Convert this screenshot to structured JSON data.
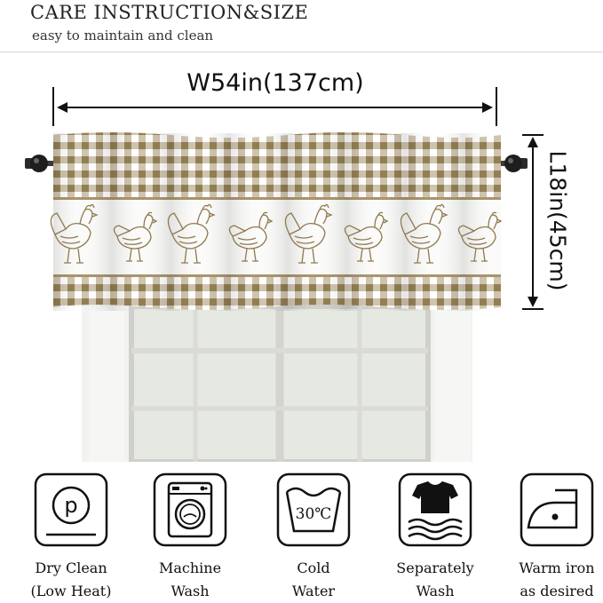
{
  "header": {
    "title": "CARE INSTRUCTION&SIZE",
    "subtitle": "easy to maintain and clean"
  },
  "dimensions": {
    "width_label": "W54in(137cm)",
    "length_label": "L18in(45cm)"
  },
  "product": {
    "pattern": "buffalo-check-rooster",
    "check_color": "#a8946a",
    "check_dark": "#8f7a50",
    "sketch_color": "#8f7a50"
  },
  "care": [
    {
      "icon": "dry-clean-p-icon",
      "line1": "Dry Clean",
      "line2": "(Low Heat)"
    },
    {
      "icon": "washing-machine-icon",
      "line1": "Machine",
      "line2": "Wash"
    },
    {
      "icon": "wash-30c-icon",
      "label": "30℃",
      "line1": "Cold",
      "line2": "Water"
    },
    {
      "icon": "separate-wash-icon",
      "line1": "Separately",
      "line2": "Wash"
    },
    {
      "icon": "iron-icon",
      "line1": "Warm iron",
      "line2": "as desired"
    }
  ]
}
